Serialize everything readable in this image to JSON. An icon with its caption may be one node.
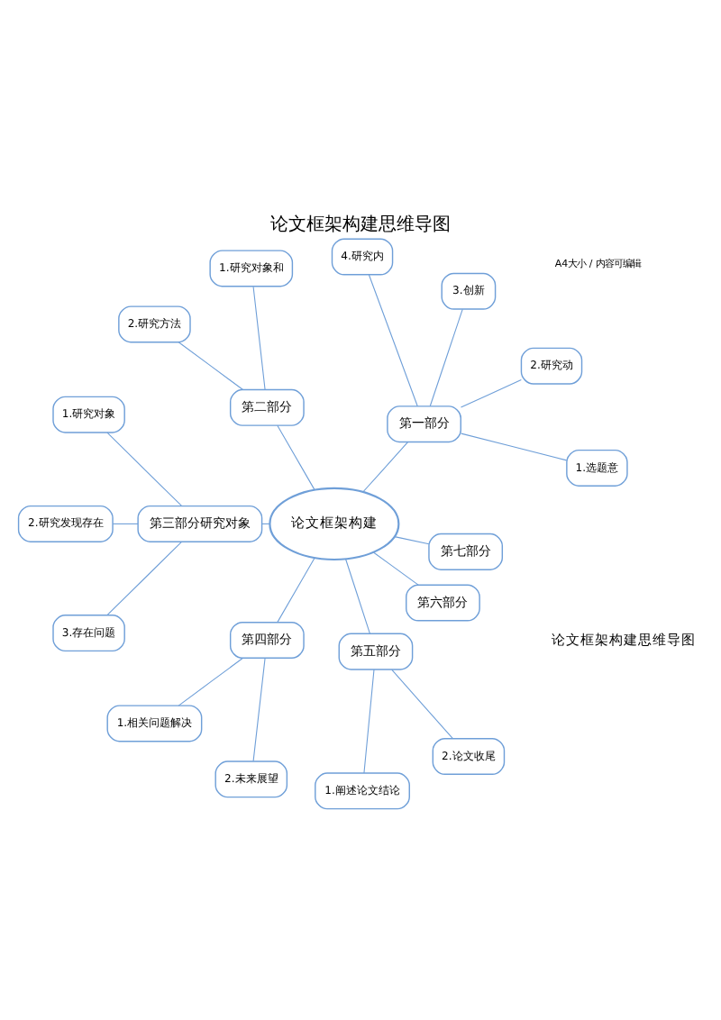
{
  "diagram": {
    "title": "论文框架构建思维导图",
    "labels": [
      "A4大小 / 内容可编辑",
      "论文框架构建思维导图"
    ],
    "nodes": [
      {
        "text": [
          "论文框架构建"
        ]
      },
      {
        "text": [
          "第一部分"
        ]
      },
      {
        "text": [
          "1.选题意"
        ]
      },
      {
        "text": [
          "2.研究动"
        ]
      },
      {
        "text": [
          "3.创新"
        ]
      },
      {
        "text": [
          "4.研究内"
        ]
      },
      {
        "text": [
          "第二部分"
        ]
      },
      {
        "text": [
          "1.研究对象和"
        ]
      },
      {
        "text": [
          "2.研究方法"
        ]
      },
      {
        "text": [
          "第三部分研究对象"
        ]
      },
      {
        "text": [
          "1.研究对象"
        ]
      },
      {
        "text": [
          "2.研究发现存在"
        ]
      },
      {
        "text": [
          "3.存在问题"
        ]
      },
      {
        "text": [
          "第四部分"
        ]
      },
      {
        "text": [
          "1.相关问题解决"
        ]
      },
      {
        "text": [
          "2.未来展望"
        ]
      },
      {
        "text": [
          "第五部分"
        ]
      },
      {
        "text": [
          "1.阐述论文结论"
        ]
      },
      {
        "text": [
          "2.论文收尾"
        ]
      },
      {
        "text": [
          "第六部分"
        ]
      },
      {
        "text": [
          "第七部分"
        ]
      }
    ],
    "edges": [
      {
        "from": 0,
        "to": 1,
        "arrow": "none"
      },
      {
        "from": 1,
        "to": 2,
        "arrow": "none"
      },
      {
        "from": 1,
        "to": 3,
        "arrow": "none"
      },
      {
        "from": 1,
        "to": 4,
        "arrow": "none"
      },
      {
        "from": 1,
        "to": 5,
        "arrow": "none"
      },
      {
        "from": 0,
        "to": 6,
        "arrow": "none"
      },
      {
        "from": 6,
        "to": 7,
        "arrow": "none"
      },
      {
        "from": 6,
        "to": 8,
        "arrow": "none"
      },
      {
        "from": 0,
        "to": 9,
        "arrow": "none"
      },
      {
        "from": 9,
        "to": 10,
        "arrow": "none"
      },
      {
        "from": 9,
        "to": 11,
        "arrow": "none"
      },
      {
        "from": 9,
        "to": 12,
        "arrow": "none"
      },
      {
        "from": 0,
        "to": 13,
        "arrow": "none"
      },
      {
        "from": 13,
        "to": 14,
        "arrow": "none"
      },
      {
        "from": 13,
        "to": 15,
        "arrow": "none"
      },
      {
        "from": 0,
        "to": 16,
        "arrow": "none"
      },
      {
        "from": 16,
        "to": 17,
        "arrow": "none"
      },
      {
        "from": 16,
        "to": 18,
        "arrow": "none"
      },
      {
        "from": 0,
        "to": 19,
        "arrow": "none"
      },
      {
        "from": 0,
        "to": 20,
        "arrow": "none"
      }
    ]
  }
}
